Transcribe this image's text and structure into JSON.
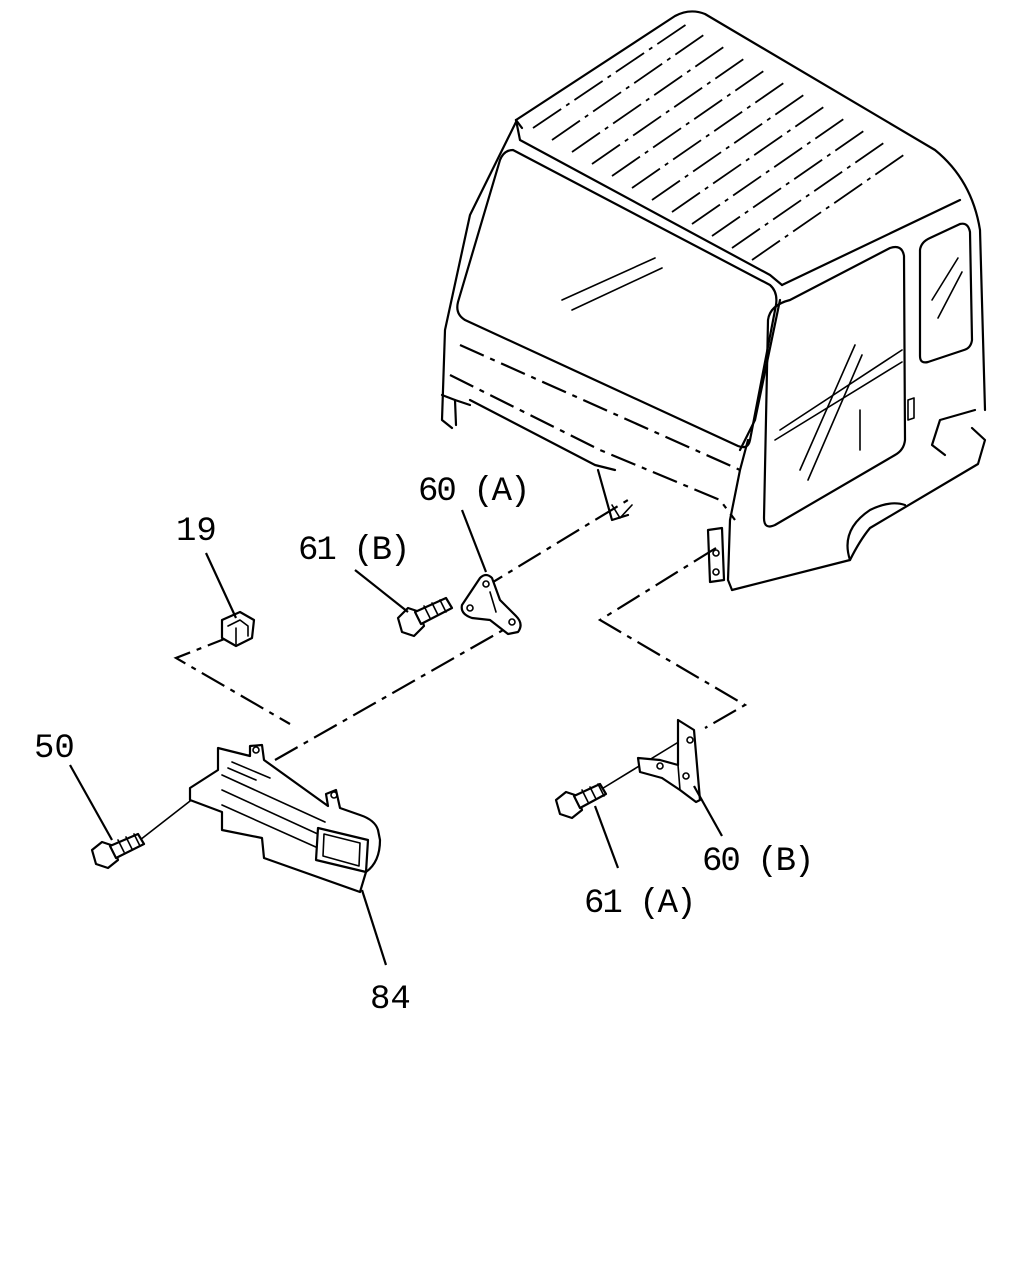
{
  "callouts": {
    "p19": "19",
    "p50": "50",
    "p60a": "60 (A)",
    "p60b": "60 (B)",
    "p61a": "61 (A)",
    "p61b": "61 (B)",
    "p84": "84"
  }
}
